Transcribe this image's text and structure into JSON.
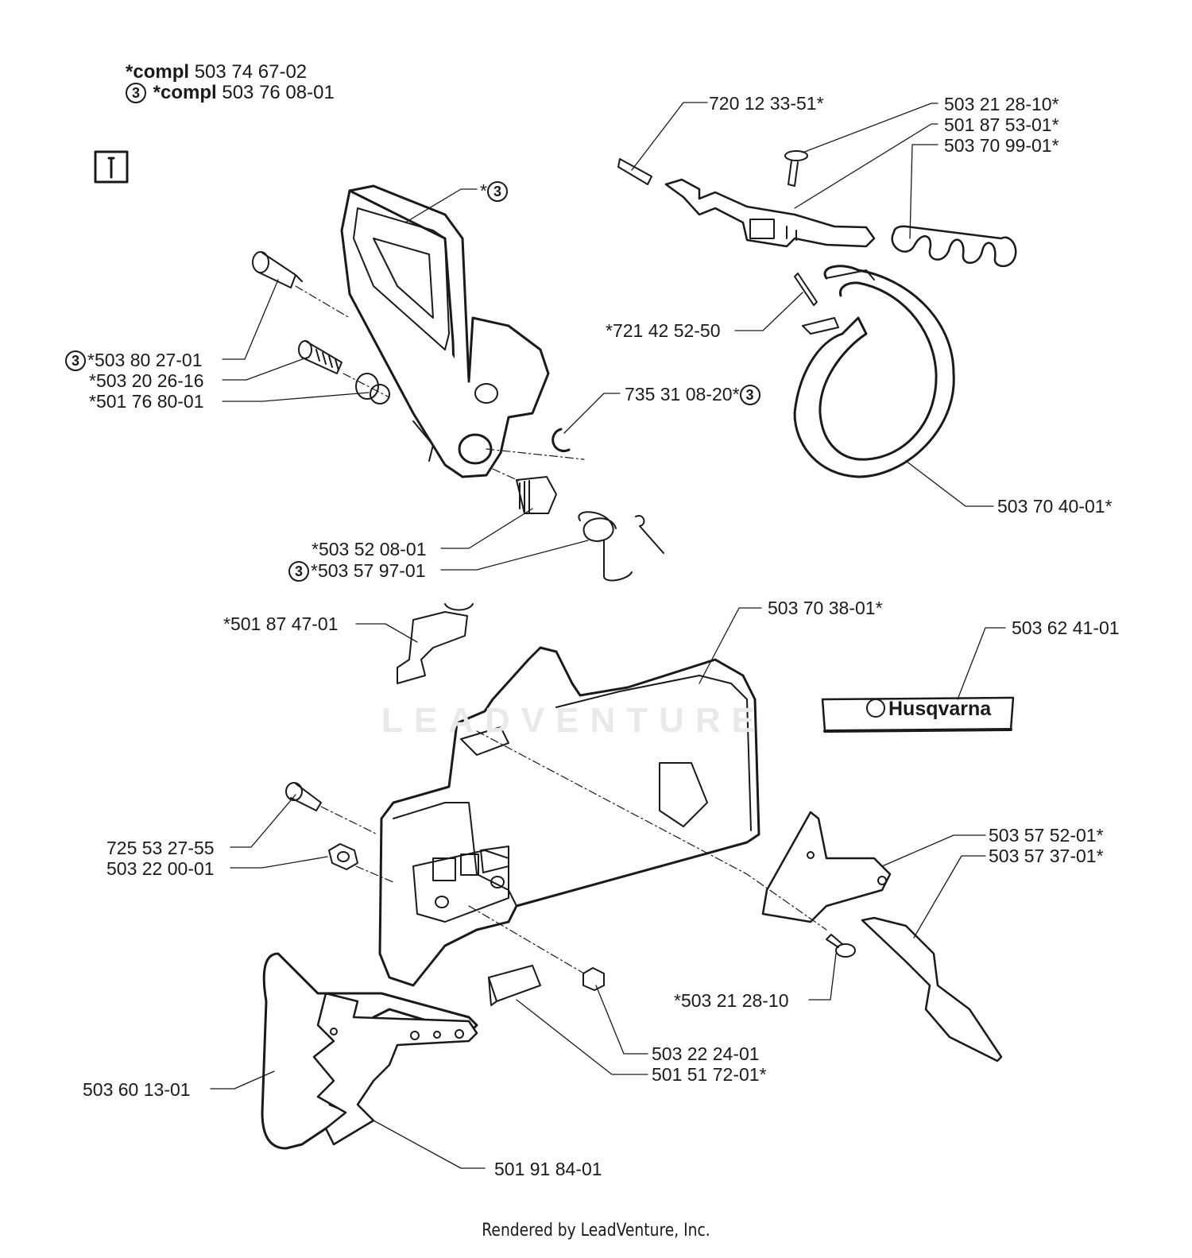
{
  "header": {
    "compl_word": "*compl",
    "compl_part": "503 74 67-02",
    "compl3_circle": "3",
    "compl3_word": "*compl",
    "compl3_part": "503 76 08-01"
  },
  "labels": {
    "l720123351": "720 12 33-51*",
    "l503212810s": "503 21 28-10*",
    "l501875301": "501 87 53-01*",
    "l503709901": "503 70 99-01*",
    "star3": "*",
    "star3_circle": "3",
    "l721425250": "*721 42 52-50",
    "l503802701_circle": "3",
    "l503802701": "*503 80 27-01",
    "l503202616": "*503 20 26-16",
    "l501768001": "*501 76 80-01",
    "l735310820": "735 31 08-20*",
    "l735310820_circle": "3",
    "l503704001": "503 70 40-01*",
    "l503520801": "*503 52 08-01",
    "l503579701_circle": "3",
    "l503579701": "*503 57 97-01",
    "l501874701": "*501 87 47-01",
    "l503703801": "503 70 38-01*",
    "l503624101": "503 62 41-01",
    "l725532755": "725 53 27-55",
    "l503220001": "503 22 00-01",
    "l503575201": "503 57 52-01*",
    "l503573701": "503 57 37-01*",
    "l503212810p": "*503 21 28-10",
    "l503222401": "503 22 24-01",
    "l501517201": "501 51 72-01*",
    "l503601301": "503 60 13-01",
    "l501918401": "501 91 84-01"
  },
  "decal_text": "Husqvarna",
  "watermark": "LEADVENTURE",
  "footer": "Rendered by LeadVenture, Inc."
}
